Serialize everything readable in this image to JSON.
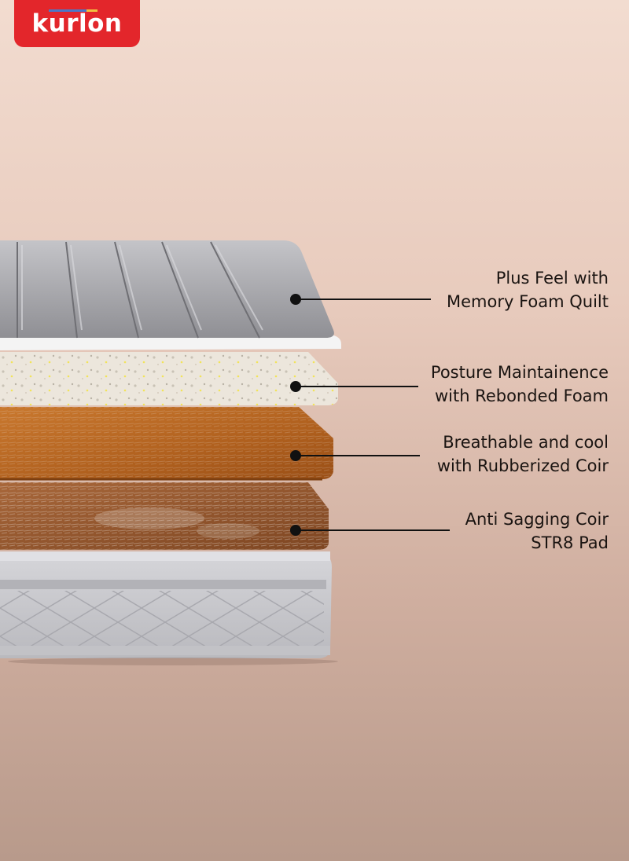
{
  "brand": {
    "name": "kurlon"
  },
  "layers": [
    {
      "line1": "Plus Feel with",
      "line2": "Memory Foam Quilt"
    },
    {
      "line1": "Posture Maintainence",
      "line2": "with Rebonded Foam"
    },
    {
      "line1": "Breathable and cool",
      "line2": "with Rubberized Coir"
    },
    {
      "line1": "Anti Sagging Coir",
      "line2": "STR8 Pad"
    }
  ],
  "colors": {
    "logo": "#e3262b",
    "quilt": "#a9a9ad",
    "rebonded_foam": "#ece6dc",
    "rubberized_coir": "#b5621f",
    "coir_pad": "#9c5a2e",
    "base": "#c9c9cd"
  }
}
